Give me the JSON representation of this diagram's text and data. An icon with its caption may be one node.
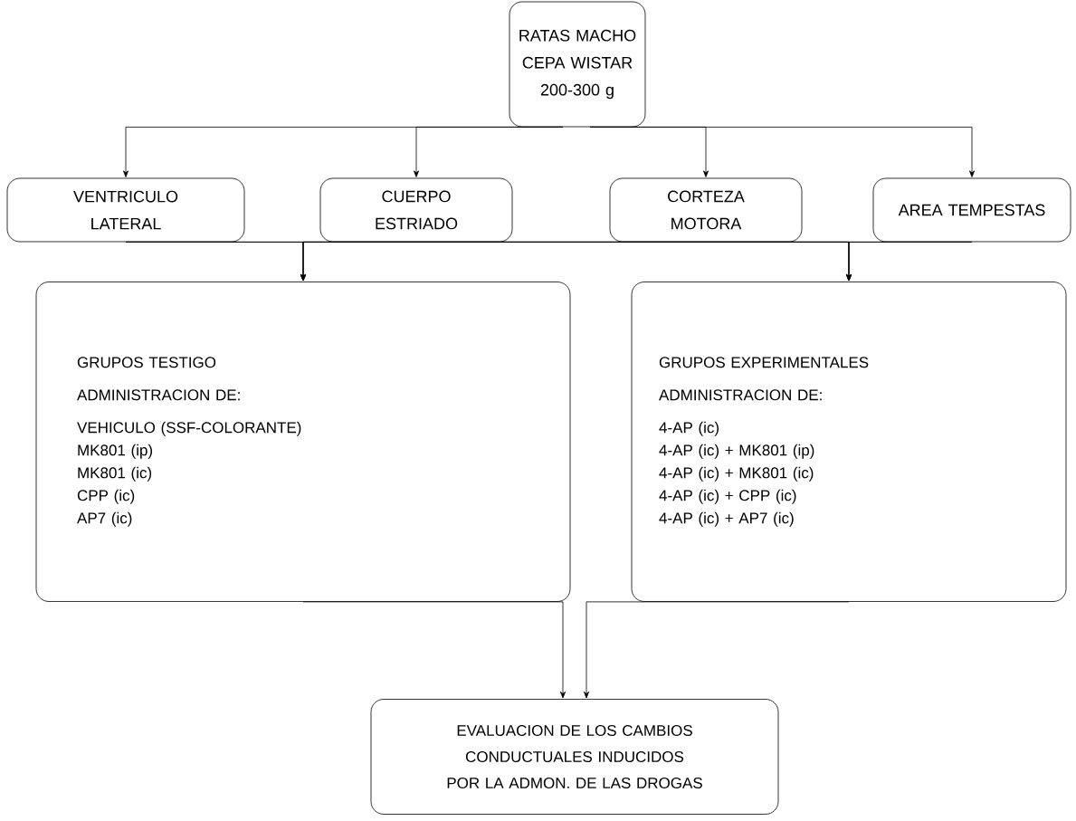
{
  "diagram": {
    "nodes": [
      {
        "text": [
          "RATAS MACHO CEPA WISTAR 200-300 g"
        ]
      },
      {
        "text": [
          "VENTRICULO LATERAL"
        ]
      },
      {
        "text": [
          "CUERPO ESTRIADO"
        ]
      },
      {
        "text": [
          "CORTEZA MOTORA"
        ]
      },
      {
        "text": [
          "AREA TEMPESTAS"
        ]
      },
      {
        "text": [
          "GRUPOS TESTIGO",
          "ADMINISTRACION DE:",
          "VEHICULO (SSF-COLORANTE)",
          "MK801 (ip)",
          "MK801 (ic)",
          "CPP (ic)",
          "AP7 (ic)"
        ]
      },
      {
        "text": [
          "GRUPOS EXPERIMENTALES",
          "ADMINISTRACION DE:",
          "4-AP (ic)",
          "4-AP (ic) + MK801 (ip)",
          "4-AP (ic) + MK801 (ic)",
          "4-AP (ic) + CPP (ic)",
          "4-AP (ic) + AP7 (ic)"
        ]
      },
      {
        "text": [
          "EVALUACION DE LOS CAMBIOS CONDUCTUALES INDUCIDOS POR LA ADMON. DE LAS DROGAS"
        ]
      }
    ],
    "edges": [
      {
        "from": 0,
        "to": 1,
        "arrow": "to"
      },
      {
        "from": 0,
        "to": 2,
        "arrow": "to"
      },
      {
        "from": 0,
        "to": 3,
        "arrow": "to"
      },
      {
        "from": 0,
        "to": 4,
        "arrow": "to"
      },
      {
        "from": 1,
        "to": 5,
        "arrow": "to"
      },
      {
        "from": 2,
        "to": 5,
        "arrow": "to"
      },
      {
        "from": 3,
        "to": 5,
        "arrow": "to"
      },
      {
        "from": 4,
        "to": 5,
        "arrow": "to"
      },
      {
        "from": 1,
        "to": 6,
        "arrow": "to"
      },
      {
        "from": 2,
        "to": 6,
        "arrow": "to"
      },
      {
        "from": 3,
        "to": 6,
        "arrow": "to"
      },
      {
        "from": 4,
        "to": 6,
        "arrow": "to"
      },
      {
        "from": 5,
        "to": 7,
        "arrow": "to"
      },
      {
        "from": 6,
        "to": 7,
        "arrow": "to"
      }
    ]
  }
}
